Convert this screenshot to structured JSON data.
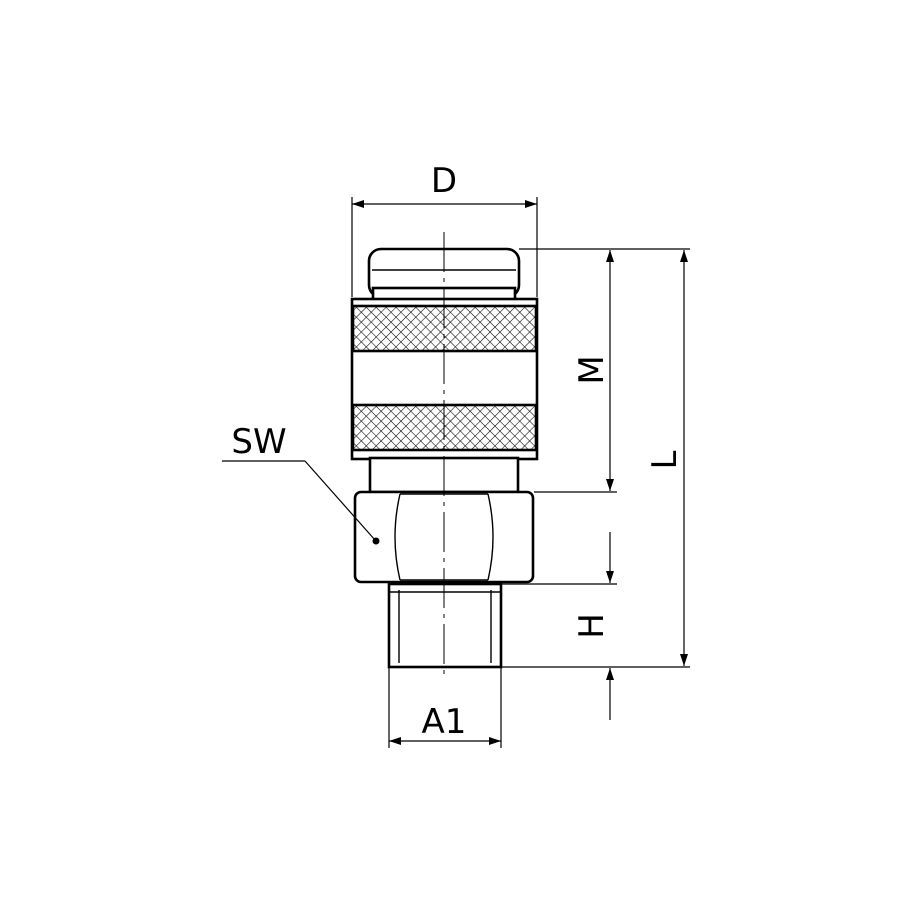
{
  "labels": {
    "D": "D",
    "M": "M",
    "L": "L",
    "H": "H",
    "A1": "A1",
    "SW": "SW"
  }
}
